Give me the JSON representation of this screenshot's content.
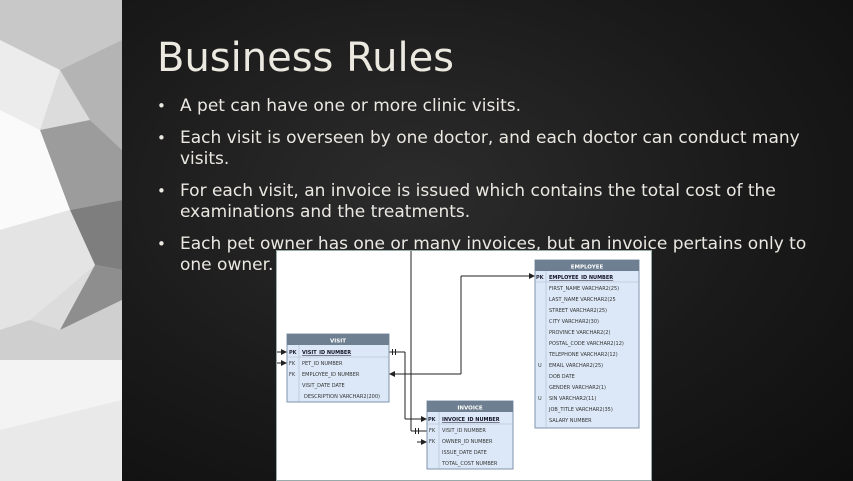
{
  "slide": {
    "title": "Business Rules",
    "bullets": [
      "A pet can have one or more clinic visits.",
      "Each visit is overseen by one doctor, and each doctor can conduct many visits.",
      "For each visit, an invoice is issued which contains the total cost of the examinations and the treatments.",
      "Each pet owner has one or many invoices, but an invoice pertains only to one owner."
    ]
  },
  "erd": {
    "visit": {
      "name": "VISIT",
      "rows": [
        {
          "key": "PK",
          "text": "VISIT_ID NUMBER"
        },
        {
          "key": "FK",
          "text": "PET_ID NUMBER"
        },
        {
          "key": "FK",
          "text": "EMPLOYEE_ID NUMBER"
        },
        {
          "key": "",
          "text": "VISIT_DATE DATE"
        },
        {
          "key": "",
          "text": "DESCRIPTION VARCHAR2(200)"
        }
      ]
    },
    "invoice": {
      "name": "INVOICE",
      "rows": [
        {
          "key": "PK",
          "text": "INVOICE_ID NUMBER"
        },
        {
          "key": "FK",
          "text": "VISIT_ID NUMBER"
        },
        {
          "key": "FK",
          "text": "OWNER_ID NUMBER"
        },
        {
          "key": "",
          "text": "ISSUE_DATE DATE"
        },
        {
          "key": "",
          "text": "TOTAL_COST NUMBER"
        }
      ]
    },
    "employee": {
      "name": "EMPLOYEE",
      "rows": [
        {
          "key": "PK",
          "text": "EMPLOYEE_ID NUMBER"
        },
        {
          "key": "",
          "text": "FIRST_NAME VARCHAR2(25)"
        },
        {
          "key": "",
          "text": "LAST_NAME VARCHAR2(25"
        },
        {
          "key": "",
          "text": "STREET VARCHAR2(25)"
        },
        {
          "key": "",
          "text": "CITY VARCHAR2(30)"
        },
        {
          "key": "",
          "text": "PROVINCE VARCHAR2(2)"
        },
        {
          "key": "",
          "text": "POSTAL_CODE VARCHAR2(12)"
        },
        {
          "key": "",
          "text": "TELEPHONE VARCHAR2(12)"
        },
        {
          "key": "U",
          "text": "EMAIL VARCHAR2(25)"
        },
        {
          "key": "",
          "text": "DOB DATE"
        },
        {
          "key": "",
          "text": "GENDER VARCHAR2(1)"
        },
        {
          "key": "U",
          "text": "SIN VARCHAR2(11)"
        },
        {
          "key": "",
          "text": "JOB_TITLE VARCHAR2(35)"
        },
        {
          "key": "",
          "text": "SALARY NUMBER"
        }
      ]
    }
  }
}
